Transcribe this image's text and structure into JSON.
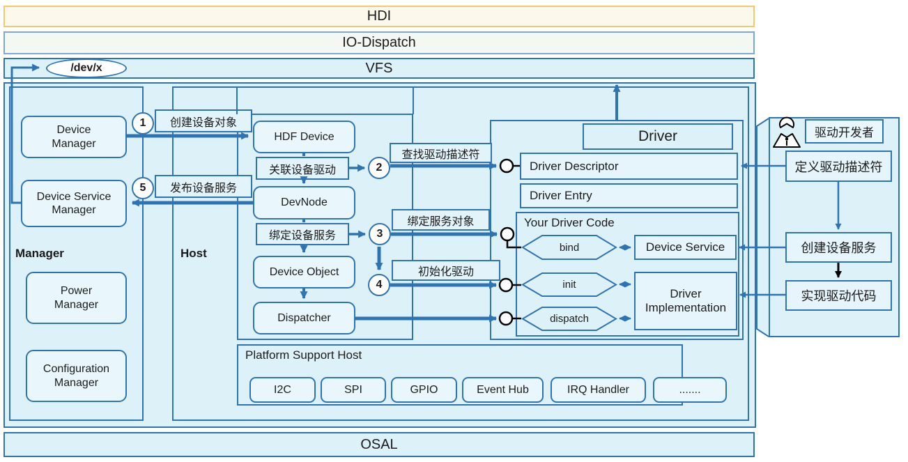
{
  "colors": {
    "accent": "#2e74b5",
    "diagram_bg": "#ddf1f8",
    "box_bg": "#e9f7fc",
    "hdi_bg": "#fdf8ec",
    "hdi_border": "#f2c96e",
    "io_bg": "#f3f8f2",
    "io_border": "#7da7d9",
    "socket_stroke": "#000000"
  },
  "layers": {
    "hdi": "HDI",
    "io_dispatch": "IO-Dispatch",
    "vfs": "VFS",
    "osal": "OSAL",
    "dev_node": "/dev/x"
  },
  "manager": {
    "label": "Manager",
    "device_manager": "Device\nManager",
    "device_service_manager": "Device Service\nManager",
    "power_manager": "Power\nManager",
    "configuration_manager": "Configuration\nManager"
  },
  "host": {
    "label": "Host",
    "hdf_device": "HDF Device",
    "attach_driver_label": "关联设备驱动",
    "devnode": "DevNode",
    "bind_service_label": "绑定设备服务",
    "device_object": "Device Object",
    "dispatcher": "Dispatcher"
  },
  "steps": [
    {
      "num": "1",
      "label": "创建设备对象"
    },
    {
      "num": "2",
      "label": "查找驱动描述符"
    },
    {
      "num": "3",
      "label": "绑定服务对象"
    },
    {
      "num": "4",
      "label": "初始化驱动"
    },
    {
      "num": "5",
      "label": "发布设备服务"
    }
  ],
  "driver": {
    "title": "Driver",
    "descriptor": "Driver Descriptor",
    "entry": "Driver Entry",
    "your_code": "Your Driver Code",
    "bind": "bind",
    "init": "init",
    "dispatch": "dispatch",
    "device_service": "Device Service",
    "implementation": "Driver\nImplementation"
  },
  "platform": {
    "title": "Platform Support Host",
    "chips": [
      "I2C",
      "SPI",
      "GPIO",
      "Event Hub",
      "IRQ Handler",
      "......."
    ]
  },
  "developer": {
    "title": "驱动开发者",
    "define_descriptor": "定义驱动描述符",
    "create_service": "创建设备服务",
    "implement_code": "实现驱动代码"
  }
}
